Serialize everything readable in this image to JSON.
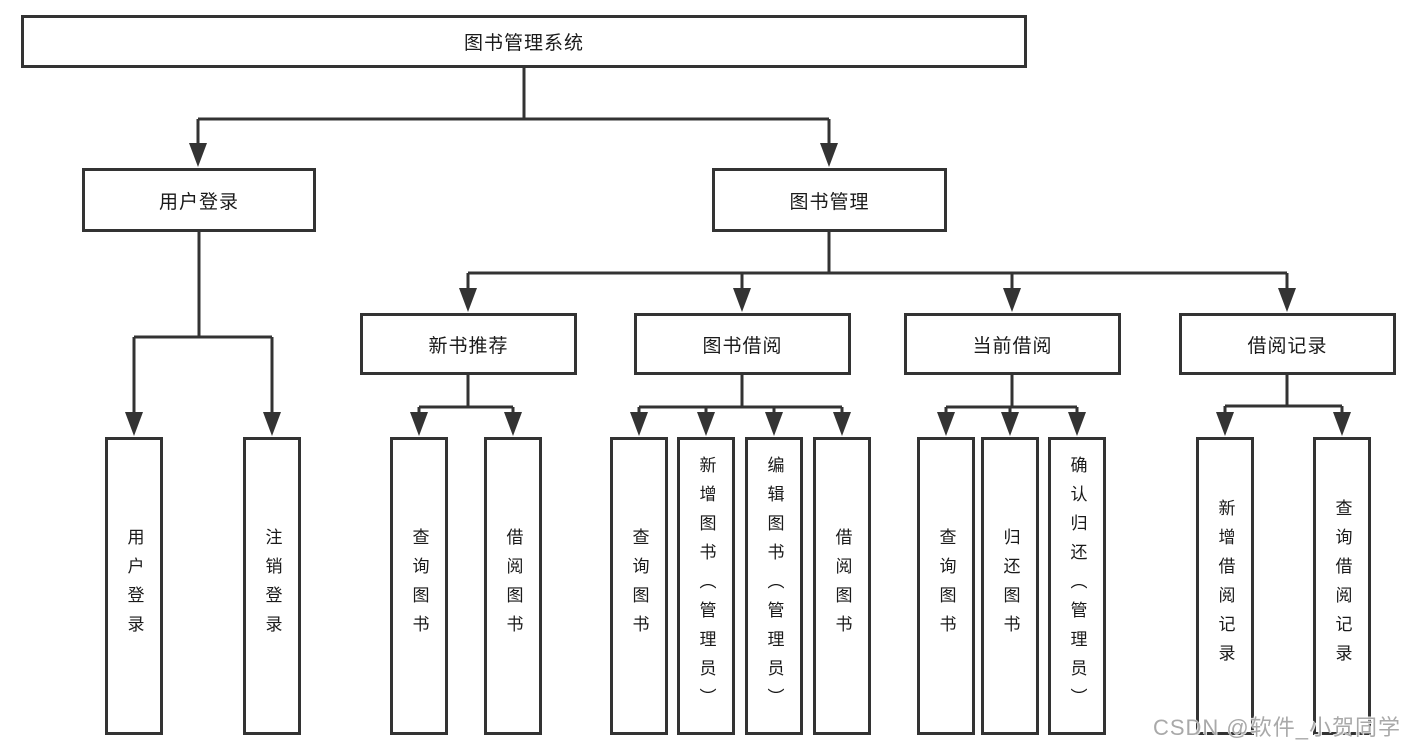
{
  "tree": {
    "root": "图书管理系统",
    "branches": [
      {
        "label": "用户登录",
        "children": [
          "用户登录",
          "注销登录"
        ]
      },
      {
        "label": "图书管理",
        "sections": [
          {
            "label": "新书推荐",
            "children": [
              "查询图书",
              "借阅图书"
            ]
          },
          {
            "label": "图书借阅",
            "children": [
              "查询图书",
              "新增图书（管理员）",
              "编辑图书（管理员）",
              "借阅图书"
            ]
          },
          {
            "label": "当前借阅",
            "children": [
              "查询图书",
              "归还图书",
              "确认归还（管理员）"
            ]
          },
          {
            "label": "借阅记录",
            "children": [
              "新增借阅记录",
              "查询借阅记录"
            ]
          }
        ]
      }
    ]
  },
  "watermark": "CSDN @软件_小贺同学",
  "colors": {
    "line": "#333333",
    "text": "#1a1a1a",
    "background": "#ffffff",
    "watermark": "#a9a9a9"
  }
}
